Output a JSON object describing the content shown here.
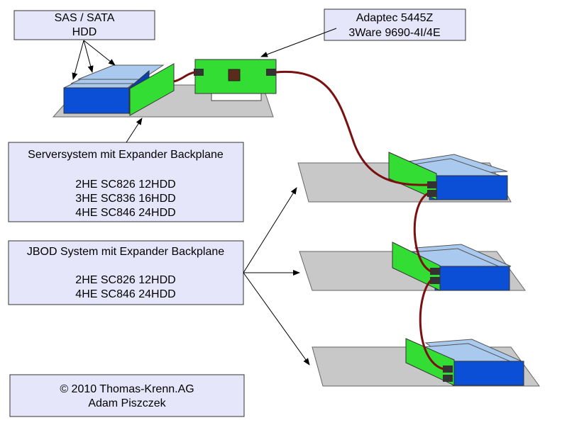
{
  "labels": {
    "hdd_box": {
      "line1": "SAS / SATA",
      "line2": "HDD"
    },
    "controller_box": {
      "line1": "Adaptec 5445Z",
      "line2": "3Ware 9690-4I/4E"
    },
    "server_box": {
      "title": "Serversystem mit Expander Backplane",
      "models": [
        "2HE SC826 12HDD",
        "3HE SC836 16HDD",
        "4HE SC846 24HDD"
      ]
    },
    "jbod_box": {
      "title": "JBOD System mit Expander Backplane",
      "models": [
        "2HE SC826 12HDD",
        "4HE SC846 24HDD"
      ]
    },
    "copyright_box": {
      "line1": "© 2010 Thomas-Krenn.AG",
      "line2": "Adam Piszczek"
    }
  },
  "colors": {
    "box_fill": "#e6e6fa",
    "tray_gray": "#c8c8c8",
    "drive_blue": "#0a4fd6",
    "drive_top": "#a9c9ee",
    "backplane_green": "#33dd33",
    "cable_red": "#7a1010",
    "connector": "#333333"
  },
  "icons": [
    "arrow-icon",
    "hdd-icon",
    "controller-card-icon",
    "backplane-icon",
    "sas-cable-icon"
  ]
}
